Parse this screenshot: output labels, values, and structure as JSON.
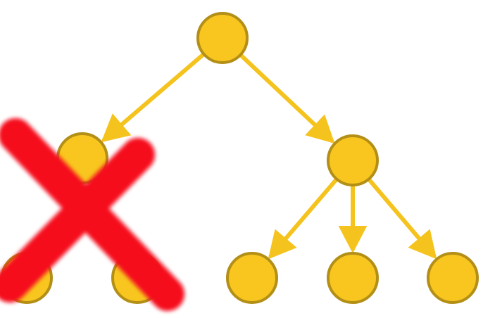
{
  "colors": {
    "background": "#ffffff",
    "node_fill": "#f8c61f",
    "node_stroke": "#b38f17",
    "edge": "#f5c31d",
    "cross": "#f5081f"
  },
  "tree": {
    "nodes": [
      {
        "id": "root"
      },
      {
        "id": "left-child"
      },
      {
        "id": "right-child"
      },
      {
        "id": "left-left-leaf"
      },
      {
        "id": "left-right-leaf"
      },
      {
        "id": "right-left-leaf"
      },
      {
        "id": "right-middle-leaf"
      },
      {
        "id": "right-right-leaf"
      }
    ],
    "edges": [
      {
        "from": "root",
        "to": "left-child"
      },
      {
        "from": "root",
        "to": "right-child"
      },
      {
        "from": "right-child",
        "to": "right-left-leaf"
      },
      {
        "from": "right-child",
        "to": "right-middle-leaf"
      },
      {
        "from": "right-child",
        "to": "right-right-leaf"
      }
    ],
    "crossed_subtree_root": "left-child",
    "cross_mark_icon": "red-x-icon"
  }
}
